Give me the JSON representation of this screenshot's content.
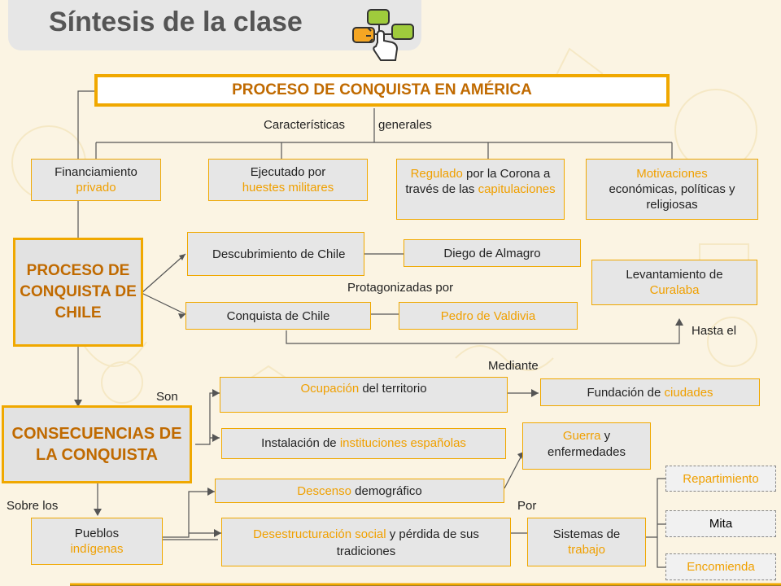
{
  "header": {
    "title": "Síntesis de la clase",
    "icon": "hand-click-diagram-icon"
  },
  "main_title": "PROCESO DE CONQUISTA EN AMÉRICA",
  "labels": {
    "caracteristicas": "Características",
    "generales": "generales",
    "protagonizadas": "Protagonizadas por",
    "hasta": "Hasta el",
    "mediante": "Mediante",
    "son": "Son",
    "sobre": "Sobre los",
    "por": "Por"
  },
  "characteristics": {
    "financiamiento": {
      "t1": "Financiamiento",
      "h1": "privado"
    },
    "ejecutado": {
      "t1": "Ejecutado por",
      "h1": "huestes militares"
    },
    "regulado": {
      "h1": "Regulado",
      "t1": " por la Corona  a través de las ",
      "h2": "capitulaciones"
    },
    "motivaciones": {
      "h1": "Motivaciones",
      "t1": "económicas, políticas y religiosas"
    }
  },
  "chile": {
    "title": "PROCESO DE CONQUISTA DE CHILE",
    "descubrimiento": "Descubrimiento de Chile",
    "almagro": "Diego de Almagro",
    "conquista": "Conquista de Chile",
    "valdivia": "Pedro de Valdivia",
    "levantamiento": {
      "t1": "Levantamiento de",
      "h1": "Curalaba"
    }
  },
  "consecuencias": {
    "title": "CONSECUENCIAS DE LA CONQUISTA",
    "ocupacion": {
      "h1": "Ocupación",
      "t1": " del territorio"
    },
    "fundacion": {
      "t1": "Fundación de ",
      "h1": "ciudades"
    },
    "instalacion": {
      "t1": "Instalación de ",
      "h1": "instituciones españolas"
    },
    "guerra": {
      "h1": "Guerra",
      "t1": " y enfermedades"
    },
    "descenso": {
      "h1": "Descenso",
      "t1": " demográfico"
    },
    "desestructuracion": {
      "h1": "Desestructuración social",
      "t1": " y pérdida de sus tradiciones"
    },
    "pueblos": {
      "t1": "Pueblos",
      "h1": "indígenas"
    },
    "sistemas": {
      "t1": "Sistemas de",
      "h1": "trabajo"
    },
    "repartimiento": "Repartimiento",
    "mita": "Mita",
    "encomienda": "Encomienda"
  },
  "colors": {
    "accent": "#f0a800",
    "title_text": "#c06a00",
    "box_bg": "#e6e6e6",
    "highlight": "#f0a000"
  }
}
